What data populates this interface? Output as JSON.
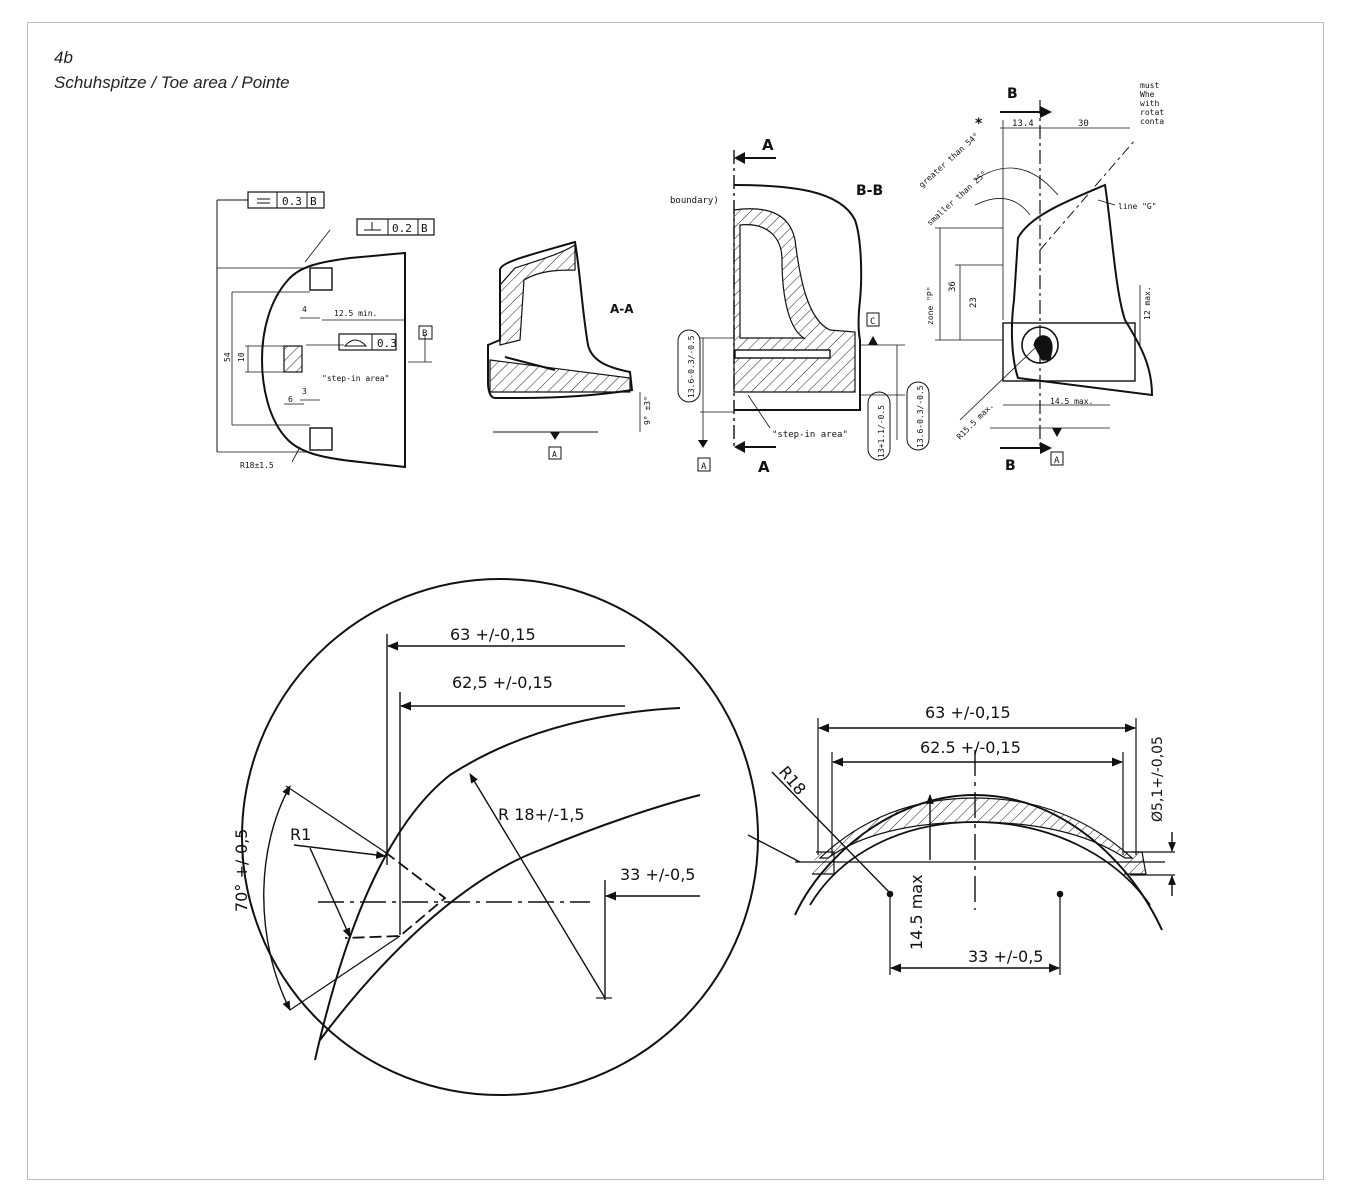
{
  "header": {
    "figure_number": "4b",
    "caption": "Schuhspitze / Toe area / Pointe"
  },
  "view_1": {
    "flatness_tolerance": "0.3",
    "flatness_datum": "B",
    "perpendicularity_tolerance": "0.2",
    "perpendicularity_datum": "B",
    "profile_tolerance": "0.3",
    "datum_b": "B",
    "dim_12_5": "12.5 min.",
    "dim_54": "54",
    "dim_10": "10",
    "dim_4": "4",
    "dim_3": "3",
    "dim_6": "6",
    "step_in_note": "\"step-in area\"",
    "radius": "R18±1.5"
  },
  "view_aa": {
    "title": "A-A",
    "angle": "9° ±3°",
    "datum_a": "A"
  },
  "view_bb": {
    "title": "B-B",
    "boundary_label": "boundary)",
    "section_a_top": "A",
    "section_a_bottom": "A",
    "datum_c": "C",
    "datum_a": "A",
    "dim_left": "13.6-0.3/-0.5",
    "dim_13": "13+1.1/-0.5",
    "dim_right": "13.6-0.3/-0.5",
    "step_in_note": "\"step-in area\""
  },
  "view_side": {
    "section_b_top": "B",
    "section_b_bottom": "B",
    "datum_a": "A",
    "dim_13_4": "13.4",
    "dim_30": "30",
    "greater_than": "greater than 54°",
    "smaller_than": "smaller than 25°",
    "asterisk": "*",
    "line_g": "line \"G\"",
    "zone_p": "zone \"P\"",
    "dim_36": "36",
    "dim_23": "23",
    "dim_12_max": "12 max.",
    "dim_14_5": "14.5 max.",
    "radius": "R15.5 max.",
    "note_lines": [
      "must",
      "Whe",
      "with",
      "rotat",
      "conta"
    ]
  },
  "detail_circle": {
    "dim_63": "63 +/-0,15",
    "dim_62_5": "62,5 +/-0,15",
    "radius_r18": "R 18+/-1,5",
    "radius_r1": "R1",
    "dim_33": "33 +/-0,5",
    "angle_70": "70° +/-0,5"
  },
  "section_right": {
    "dim_63": "63 +/-0,15",
    "dim_62_5": "62.5 +/-0,15",
    "radius_r18": "R18",
    "diameter": "Ø5,1+/-0,05",
    "dim_14_5": "14.5 max",
    "dim_33": "33 +/-0,5"
  }
}
